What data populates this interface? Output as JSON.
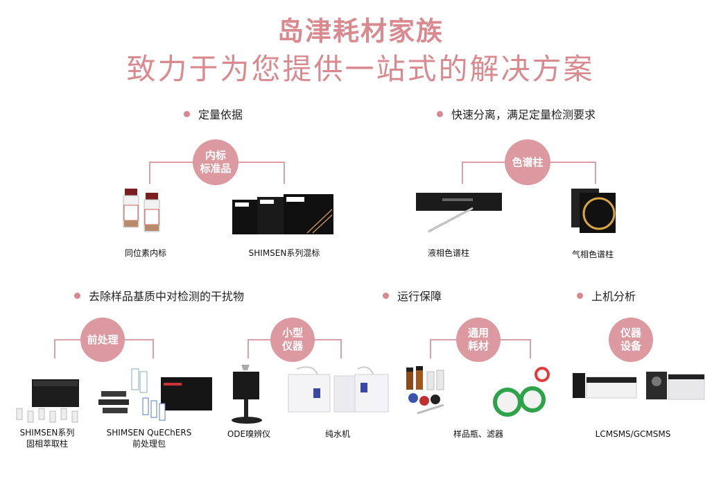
{
  "title": {
    "line1": "岛津耗材家族",
    "line2": "致力于为您提供一站式的解决方案"
  },
  "sections": {
    "quant": {
      "heading": "定量依据",
      "node": [
        "内标",
        "标准品"
      ],
      "items": [
        "同位素内标",
        "SHIMSEN系列混标"
      ]
    },
    "separation": {
      "heading": "快速分离，满足定量检测要求",
      "node": [
        "色谱柱"
      ],
      "items": [
        "液相色谱柱",
        "气相色谱柱"
      ]
    },
    "removal": {
      "heading": "去除样品基质中对检测的干扰物",
      "node_pre": [
        "前处理"
      ],
      "node_small": [
        "小型",
        "仪器"
      ],
      "items_pre": [
        [
          "SHIMSEN系列",
          "固相萃取柱"
        ],
        [
          "SHIMSEN QuEChERS",
          "前处理包"
        ]
      ],
      "items_small": [
        "ODE嗅辨仪",
        "纯水机"
      ]
    },
    "operation": {
      "heading": "运行保障",
      "node": [
        "通用",
        "耗材"
      ],
      "items": [
        "样品瓶、滤器"
      ]
    },
    "analysis": {
      "heading": "上机分析",
      "node": [
        "仪器",
        "设备"
      ],
      "items": [
        "LCMSMS/GCMSMS"
      ]
    }
  },
  "colors": {
    "accent": "#d98a8f",
    "node": "#dc9aa0",
    "line": "#d9a0a5"
  }
}
